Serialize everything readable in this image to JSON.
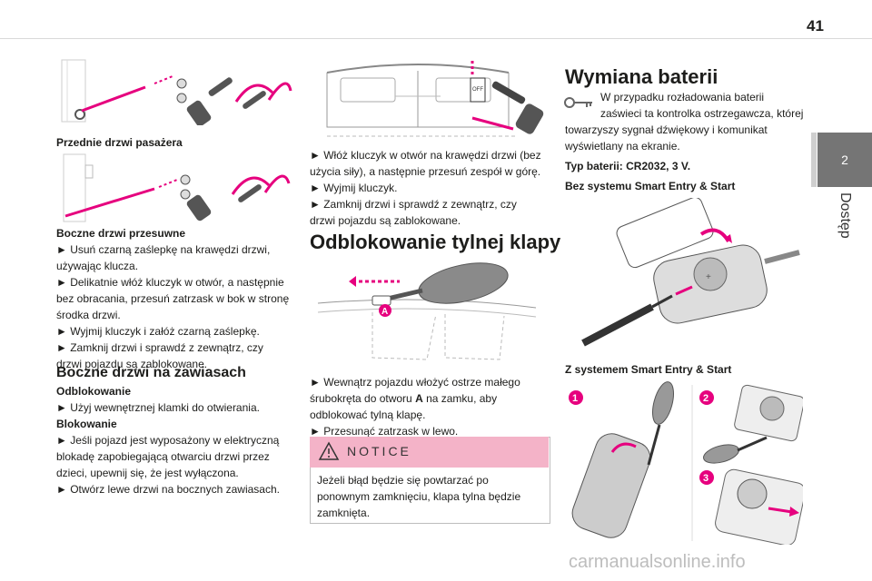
{
  "page_number": "41",
  "side_tab": {
    "number": "2",
    "label": "Dostęp"
  },
  "col1": {
    "caption1": "Przednie drzwi pasażera",
    "caption2": "Boczne drzwi przesuwne",
    "sliding_steps": [
      "► Usuń czarną zaślepkę na krawędzi drzwi,",
      "używając klucza.",
      "► Delikatnie włóż kluczyk w otwór, a następnie",
      "bez obracania, przesuń zatrzask w bok w stronę",
      "środka drzwi.",
      "► Wyjmij kluczyk i załóż czarną zaślepkę.",
      "► Zamknij drzwi i sprawdź z zewnątrz, czy",
      "drzwi pojazdu są zablokowane."
    ],
    "heading_hinged": "Boczne drzwi na zawiasach",
    "unlocking_label": "Odblokowanie",
    "unlocking_step": "► Użyj wewnętrznej klamki do otwierania.",
    "locking_label": "Blokowanie",
    "locking_steps": [
      "► Jeśli pojazd jest wyposażony w elektryczną",
      "blokadę zapobiegającą otwarciu drzwi przez",
      "dzieci, upewnij się, że jest wyłączona.",
      "► Otwórz lewe drzwi na bocznych zawiasach."
    ]
  },
  "col2": {
    "steps": [
      "► Włóż kluczyk w otwór na krawędzi drzwi (bez",
      "użycia siły), a następnie przesuń zespół w górę.",
      "► Wyjmij kluczyk.",
      "► Zamknij drzwi i sprawdź z zewnątrz, czy",
      "drzwi pojazdu są zablokowane."
    ],
    "tailgate_heading": "Odblokowanie tylnej klapy",
    "tailgate_label_a": "A",
    "tailgate_steps_pre": "► Wewnątrz pojazdu włożyć ostrze małego",
    "tailgate_steps_line2_a": "śrubokręta do otworu ",
    "tailgate_steps_line2_b": "A",
    "tailgate_steps_line2_c": " na zamku, aby",
    "tailgate_steps_line3": "odblokować tylną klapę.",
    "tailgate_steps_line4": "► Przesunąć zatrzask w lewo.",
    "notice_title": "NOTICE",
    "notice_lines": [
      "Jeżeli błąd będzie się powtarzać po",
      "ponownym zamknięciu, klapa tylna będzie",
      "zamknięta."
    ],
    "off_label": "OFF"
  },
  "col3": {
    "heading": "Wymiana baterii",
    "intro_lines": [
      "W przypadku rozładowania baterii",
      "zaświeci ta kontrolka ostrzegawcza, której",
      "towarzyszy sygnał dźwiękowy i komunikat",
      "wyświetlany na ekranie."
    ],
    "battery_type": "Typ baterii: CR2032, 3 V.",
    "no_smart_entry": "Bez systemu Smart Entry & Start",
    "with_smart_entry": "Z systemem Smart Entry & Start",
    "step_numbers": [
      "1",
      "2",
      "3"
    ]
  },
  "watermark": "carmanualsonline.info",
  "colors": {
    "accent_pink": "#e6007e",
    "notice_pink": "#f4b3c8",
    "tab_grey": "#757575"
  }
}
